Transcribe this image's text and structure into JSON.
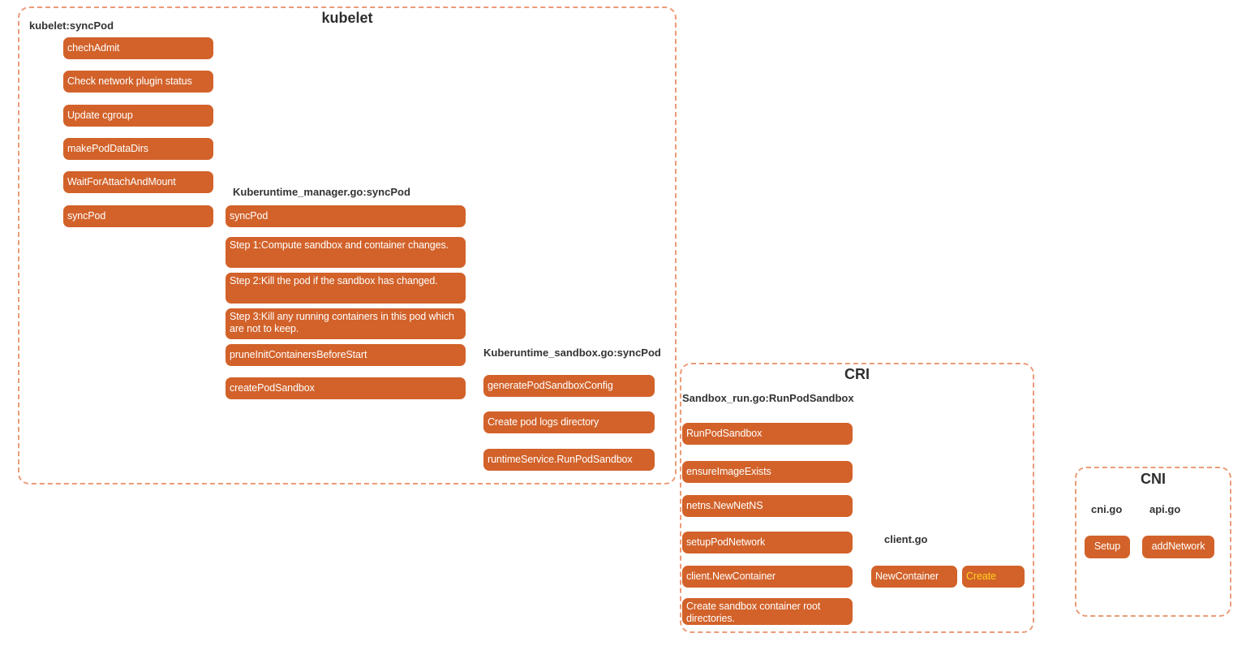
{
  "colors": {
    "node_fill": "#D2622A",
    "group_border": "#EC9B78",
    "node_text": "#FFFFFF",
    "highlight_text": "#FFD21E",
    "label_text": "#333333"
  },
  "kubelet": {
    "title": "kubelet",
    "syncpod_label": "kubelet:syncPod",
    "syncpod_items": [
      "chechAdmit",
      "Check network plugin status",
      "Update cgroup",
      "makePodDataDirs",
      "WaitForAttachAndMount",
      "syncPod"
    ],
    "manager_label": "Kuberuntime_manager.go:syncPod",
    "manager_items": [
      "syncPod",
      "Step 1:Compute sandbox and container changes.",
      "Step 2:Kill the pod if the sandbox has changed.",
      "Step 3:Kill any running containers in this pod which are not to keep.",
      "pruneInitContainersBeforeStart",
      "createPodSandbox"
    ],
    "sandbox_label": "Kuberuntime_sandbox.go:syncPod",
    "sandbox_items": [
      "generatePodSandboxConfig",
      "Create pod logs directory",
      "runtimeService.RunPodSandbox"
    ]
  },
  "cri": {
    "title": "CRI",
    "run_label": "Sandbox_run.go:RunPodSandbox",
    "run_items": [
      "RunPodSandbox",
      "ensureImageExists",
      "netns.NewNetNS",
      "setupPodNetwork",
      "client.NewContainer",
      "Create sandbox container root directories."
    ],
    "client_label": "client.go",
    "client_items": [
      "NewContainer",
      "Create"
    ]
  },
  "cni": {
    "title": "CNI",
    "cni_go_label": "cni.go",
    "api_go_label": "api.go",
    "setup_item": "Setup",
    "addnetwork_item": "addNetwork"
  }
}
